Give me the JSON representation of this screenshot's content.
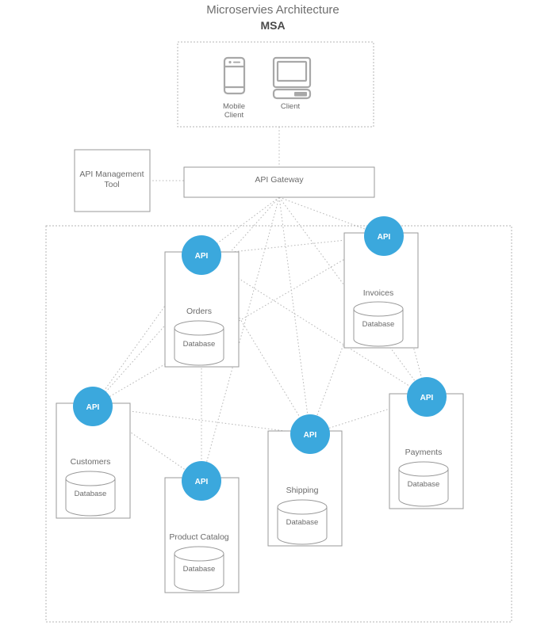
{
  "title": {
    "main": "Microservies Architecture",
    "sub": "MSA"
  },
  "client_zone": {
    "name": "client-zone",
    "border": "dotted",
    "items": [
      {
        "icon": "mobile-phone-icon",
        "label_line1": "Mobile",
        "label_line2": "Client"
      },
      {
        "icon": "desktop-computer-icon",
        "label_line1": "Client",
        "label_line2": ""
      }
    ]
  },
  "api_management_tool": {
    "label_line1": "API Management",
    "label_line2": "Tool"
  },
  "api_gateway": {
    "label": "API Gateway"
  },
  "microservices_zone": {
    "border": "dotted"
  },
  "api_badge_label": "API",
  "database_label": "Database",
  "services": [
    {
      "id": "orders",
      "name": "Orders"
    },
    {
      "id": "invoices",
      "name": "Invoices"
    },
    {
      "id": "customers",
      "name": "Customers"
    },
    {
      "id": "product-catalog",
      "name": "Product Catalog"
    },
    {
      "id": "shipping",
      "name": "Shipping"
    },
    {
      "id": "payments",
      "name": "Payments"
    }
  ],
  "colors": {
    "api_blue": "#3ba8dd",
    "box_stroke": "#9a9a9a",
    "dotted_stroke": "#b5b5b5",
    "link_stroke": "#b8b8b8",
    "text": "#6b6b6b",
    "background": "#ffffff"
  }
}
